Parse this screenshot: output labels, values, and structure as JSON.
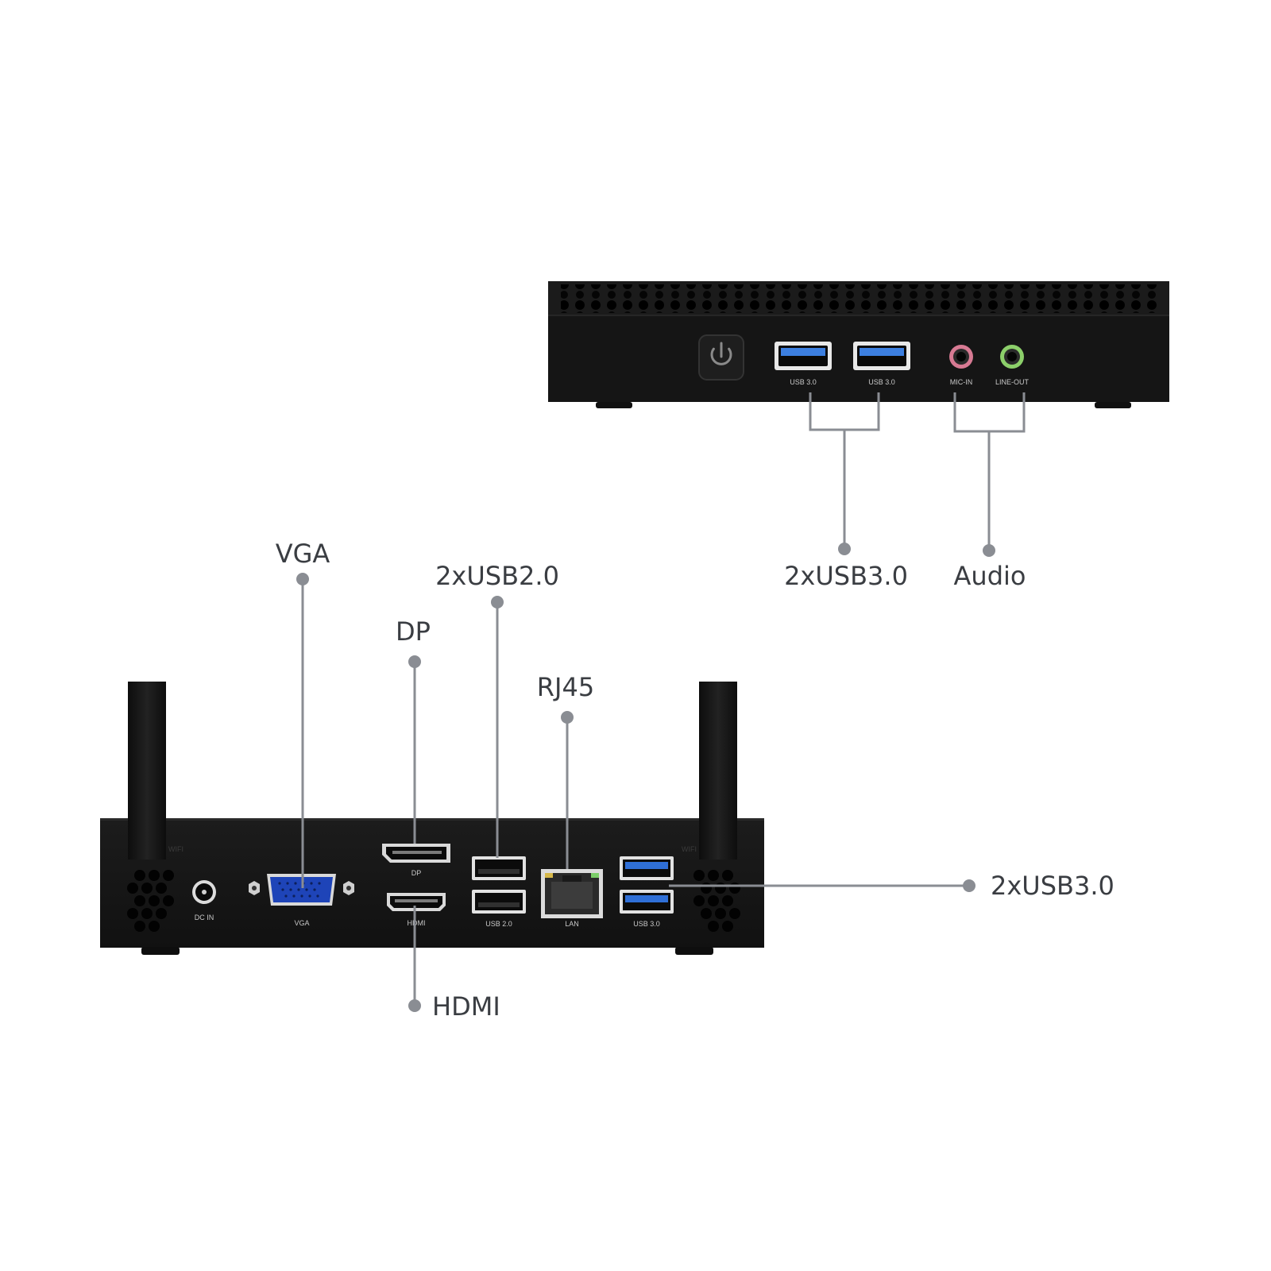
{
  "front_panel": {
    "ports": {
      "usb_a": "USB 3.0",
      "usb_b": "USB 3.0",
      "mic": "MIC-IN",
      "line": "LINE-OUT"
    },
    "callouts": {
      "usb": "2xUSB3.0",
      "audio": "Audio"
    }
  },
  "rear_panel": {
    "ports": {
      "wifi_left": "WIFI",
      "wifi_right": "WIFI",
      "dc": "DC IN",
      "vga": "VGA",
      "dp": "DP",
      "hdmi": "HDMI",
      "usb2": "USB 2.0",
      "lan": "LAN",
      "usb3": "USB 3.0"
    },
    "callouts": {
      "vga": "VGA",
      "dp": "DP",
      "usb2": "2xUSB2.0",
      "rj45": "RJ45",
      "usb3": "2xUSB3.0",
      "hdmi": "HDMI"
    }
  },
  "colors": {
    "chassis": "#141414",
    "leader": "#8a8d93",
    "usb3_blue": "#2f6fd6",
    "vga_blue": "#1e44b8",
    "mic_pink": "#d77a93",
    "line_green": "#8ccf6a"
  }
}
